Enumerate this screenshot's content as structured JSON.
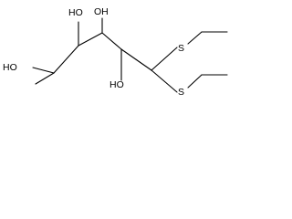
{
  "molecule": {
    "atoms": {
      "oh_upper_left": "HO",
      "oh_upper_right": "OH",
      "oh_left": "HO",
      "oh_lower": "HO",
      "s_upper": "S",
      "s_lower": "S"
    }
  }
}
